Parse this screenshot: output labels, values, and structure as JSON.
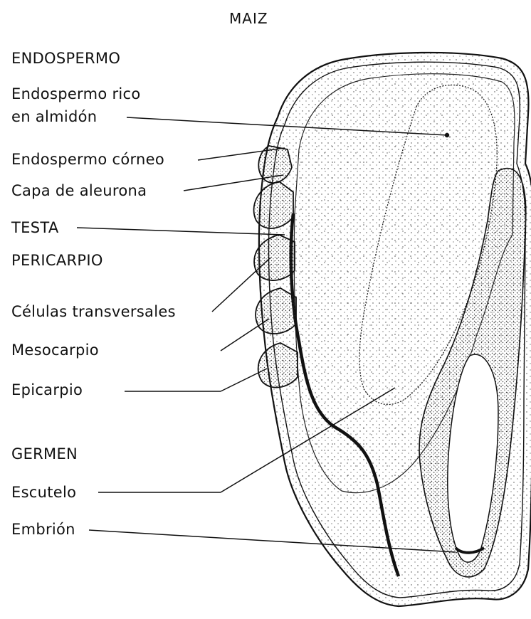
{
  "title": "MAIZ",
  "sections": {
    "endosperm": "ENDOSPERMO",
    "germ": "GERMEN"
  },
  "labels": {
    "starch_endosperm_line1": "Endospermo rico",
    "starch_endosperm_line2": "en almidón",
    "horny_endosperm": "Endospermo córneo",
    "aleurone": "Capa de aleurona",
    "testa": "TESTA",
    "pericarp": "PERICARPIO",
    "cross_cells": "Células transversales",
    "mesocarp": "Mesocarpio",
    "epicarp": "Epicarpio",
    "scutellum": "Escutelo",
    "embryo": "Embrión"
  }
}
